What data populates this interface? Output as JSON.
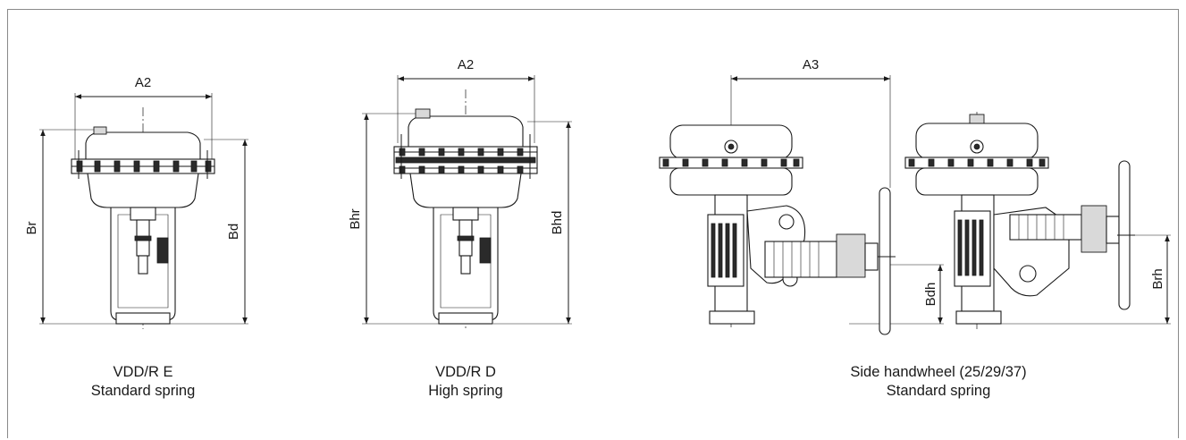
{
  "dimension_labels": {
    "a2_left": "A2",
    "a2_middle": "A2",
    "a3": "A3",
    "br": "Br",
    "bd": "Bd",
    "bhr": "Bhr",
    "bhd": "Bhd",
    "bdh": "Bdh",
    "brh": "Brh"
  },
  "captions": [
    {
      "line1": "VDD/R E",
      "line2": "Standard spring"
    },
    {
      "line1": "VDD/R D",
      "line2": "High spring"
    },
    {
      "line1": "Side handwheel (25/29/37)",
      "line2": "Standard spring"
    }
  ],
  "colors": {
    "line": "#1a1a1a",
    "border": "#8a8a8a",
    "background": "#ffffff"
  }
}
